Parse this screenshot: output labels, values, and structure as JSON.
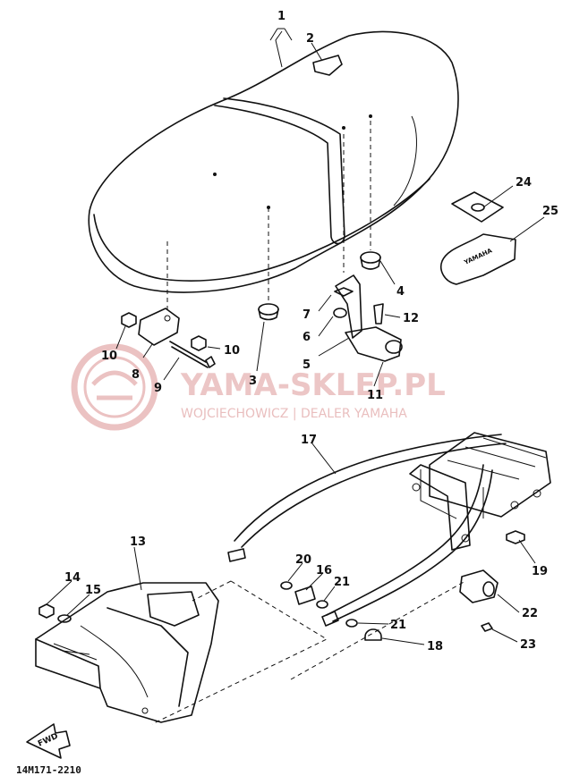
{
  "watermark": {
    "brand": "YAMA-SKLEP.PL",
    "tagline": "WOJCIECHOWICZ | DEALER YAMAHA",
    "color": "#e6b3b3"
  },
  "diagram_code": "14M171-2210",
  "fwd_label": "FWD",
  "seat_logo": "YAMAHA",
  "callouts": [
    "1",
    "2",
    "3",
    "4",
    "5",
    "6",
    "7",
    "8",
    "9",
    "10",
    "10",
    "11",
    "12",
    "13",
    "14",
    "15",
    "16",
    "17",
    "18",
    "19",
    "20",
    "21",
    "21",
    "22",
    "23",
    "24",
    "25"
  ]
}
